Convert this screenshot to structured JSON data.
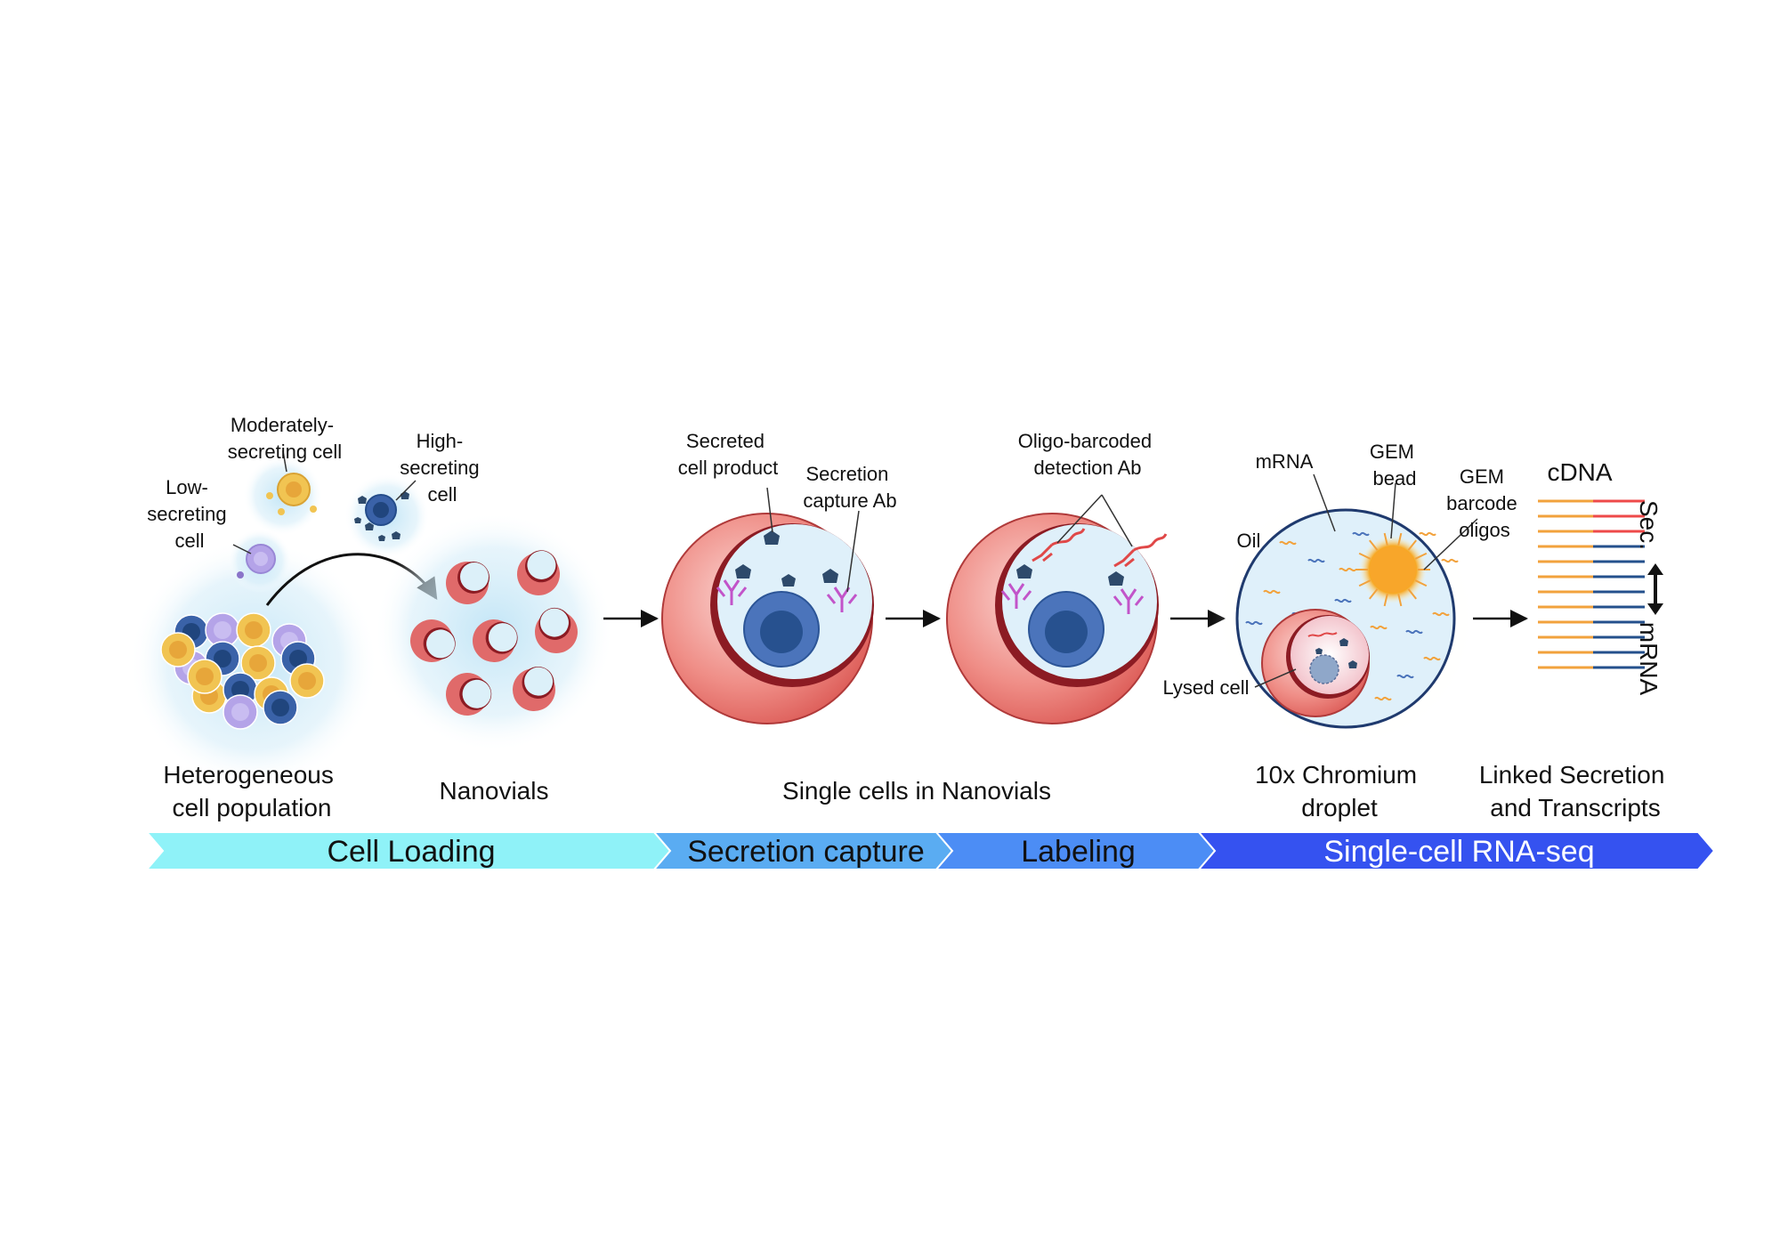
{
  "labels": {
    "moderately_secreting": [
      "Moderately-",
      "secreting cell"
    ],
    "high_secreting": [
      "High-",
      "secreting",
      "cell"
    ],
    "low_secreting": [
      "Low-",
      "secreting",
      "cell"
    ],
    "secreted_product": [
      "Secreted",
      "cell product"
    ],
    "secretion_capture_ab": [
      "Secretion",
      "capture Ab"
    ],
    "oligo_detection_ab": [
      "Oligo-barcoded",
      "detection Ab"
    ],
    "mrna": "mRNA",
    "gem_bead": [
      "GEM",
      "bead"
    ],
    "gem_barcode_oligos": [
      "GEM",
      "barcode",
      "oligos"
    ],
    "oil": "Oil",
    "lysed_cell": "Lysed cell",
    "cdna": "cDNA",
    "sec": "Sec.",
    "mrna_side": "mRNA"
  },
  "captions": {
    "heterogeneous": [
      "Heterogeneous",
      "cell population"
    ],
    "nanovials": "Nanovials",
    "single_cells": "Single cells in Nanovials",
    "chromium": [
      "10x Chromium",
      "droplet"
    ],
    "linked": [
      "Linked Secretion",
      "and Transcripts"
    ]
  },
  "banner": [
    {
      "label": "Cell Loading",
      "color": "#8ff2f8",
      "text_color": "#111111"
    },
    {
      "label": "Secretion capture",
      "color": "#5aacf2",
      "text_color": "#111111"
    },
    {
      "label": "Labeling",
      "color": "#4c8df5",
      "text_color": "#111111"
    },
    {
      "label": "Single-cell RNA-seq",
      "color": "#3552f0",
      "text_color": "#ffffff"
    }
  ],
  "colors": {
    "nanovial": "#e06a6a",
    "nanovial_dark": "#8c1b23",
    "cell_blue": "#3a62a8",
    "cell_yellow": "#f1c452",
    "cell_purple": "#b4a3e8",
    "product": "#2e4a6b",
    "antibody": "#c254c9",
    "oligo": "#e04848",
    "cdna_orange": "#f2a23c",
    "cdna_red": "#ee4a4a",
    "cdna_blue": "#24508c"
  }
}
